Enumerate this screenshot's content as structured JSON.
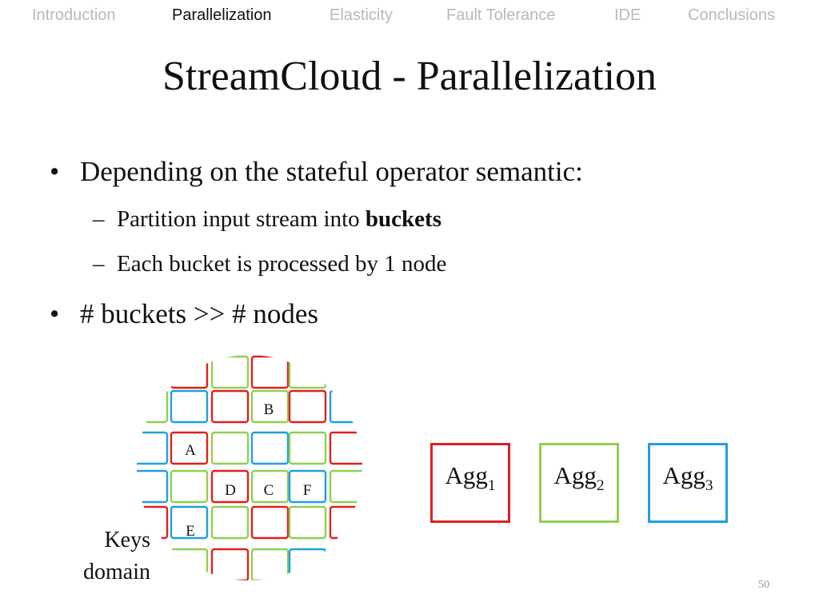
{
  "nav": {
    "items": [
      "Introduction",
      "Parallelization",
      "Elasticity",
      "Fault Tolerance",
      "IDE",
      "Conclusions"
    ],
    "active": "Parallelization"
  },
  "slide": {
    "title": "StreamCloud - Parallelization",
    "bullets": [
      {
        "marker": "•",
        "text": "Depending on the stateful operator semantic:",
        "sub": [
          {
            "marker": "–",
            "text": "Partition input stream into ",
            "bold": "buckets"
          },
          {
            "marker": "–",
            "text": "Each bucket is processed by 1 node"
          }
        ]
      },
      {
        "marker": "•",
        "text": "# buckets >> # nodes"
      }
    ],
    "page_number": "50"
  },
  "diagram": {
    "keys_label": [
      "Keys",
      "domain"
    ],
    "bucket_labels": [
      "A",
      "B",
      "C",
      "D",
      "E",
      "F"
    ],
    "colors": {
      "red": "#e02020",
      "green": "#92d050",
      "blue": "#1fa0e0"
    },
    "aggregators": [
      {
        "name": "Agg",
        "sub": "1",
        "color": "#e02020"
      },
      {
        "name": "Agg",
        "sub": "2",
        "color": "#92d050"
      },
      {
        "name": "Agg",
        "sub": "3",
        "color": "#1fa0e0"
      }
    ]
  }
}
